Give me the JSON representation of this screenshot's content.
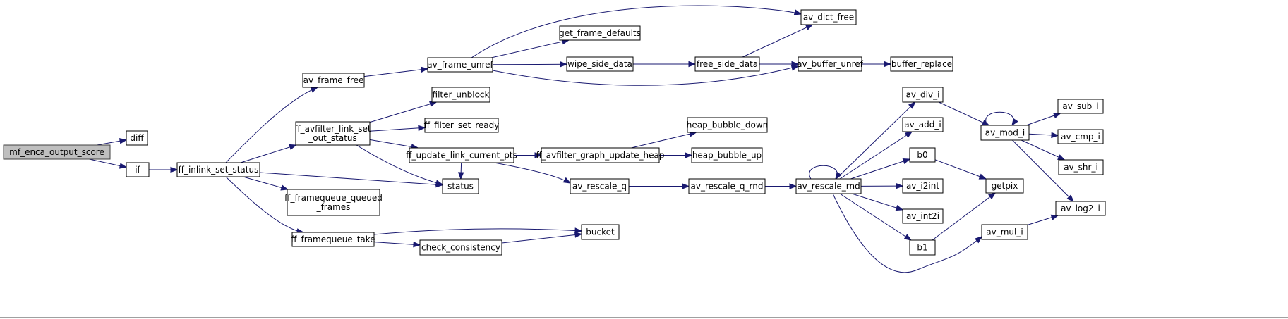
{
  "graph": {
    "nodes": {
      "root": "mf_enca_output_score",
      "diff": "diff",
      "if": "if",
      "inlink_set_status": "ff_inlink_set_status",
      "av_frame_free": "av_frame_free",
      "link_set_out_status": [
        "ff_avfilter_link_set",
        "_out_status"
      ],
      "framequeue_queued_frames": [
        "ff_framequeue_queued",
        "_frames"
      ],
      "framequeue_take": "ff_framequeue_take",
      "av_frame_unref": "av_frame_unref",
      "filter_unblock": "filter_unblock",
      "filter_set_ready": "ff_filter_set_ready",
      "update_link_current_pts": "ff_update_link_current_pts",
      "status": "status",
      "check_consistency": "check_consistency",
      "bucket": "bucket",
      "get_frame_defaults": "get_frame_defaults",
      "wipe_side_data": "wipe_side_data",
      "free_side_data": "free_side_data",
      "av_dict_free": "av_dict_free",
      "av_buffer_unref": "av_buffer_unref",
      "buffer_replace": "buffer_replace",
      "graph_update_heap": "ff_avfilter_graph_update_heap",
      "heap_bubble_down": "heap_bubble_down",
      "heap_bubble_up": "heap_bubble_up",
      "av_rescale_q": "av_rescale_q",
      "av_rescale_q_rnd": "av_rescale_q_rnd",
      "av_rescale_rnd": "av_rescale_rnd",
      "av_div_i": "av_div_i",
      "av_add_i": "av_add_i",
      "b0": "b0",
      "av_i2int": "av_i2int",
      "av_int2i": "av_int2i",
      "b1": "b1",
      "av_mod_i": "av_mod_i",
      "getpix": "getpix",
      "av_mul_i": "av_mul_i",
      "av_sub_i": "av_sub_i",
      "av_cmp_i": "av_cmp_i",
      "av_shr_i": "av_shr_i",
      "av_log2_i": "av_log2_i"
    },
    "edges": [
      [
        "root",
        "diff"
      ],
      [
        "root",
        "if"
      ],
      [
        "if",
        "inlink_set_status"
      ],
      [
        "inlink_set_status",
        "av_frame_free"
      ],
      [
        "inlink_set_status",
        "link_set_out_status"
      ],
      [
        "inlink_set_status",
        "status"
      ],
      [
        "inlink_set_status",
        "framequeue_queued_frames"
      ],
      [
        "inlink_set_status",
        "framequeue_take"
      ],
      [
        "av_frame_free",
        "av_frame_unref"
      ],
      [
        "av_frame_unref",
        "av_dict_free"
      ],
      [
        "av_frame_unref",
        "get_frame_defaults"
      ],
      [
        "av_frame_unref",
        "wipe_side_data"
      ],
      [
        "av_frame_unref",
        "av_buffer_unref"
      ],
      [
        "wipe_side_data",
        "free_side_data"
      ],
      [
        "free_side_data",
        "av_dict_free"
      ],
      [
        "free_side_data",
        "av_buffer_unref"
      ],
      [
        "av_buffer_unref",
        "buffer_replace"
      ],
      [
        "link_set_out_status",
        "filter_unblock"
      ],
      [
        "link_set_out_status",
        "filter_set_ready"
      ],
      [
        "link_set_out_status",
        "update_link_current_pts"
      ],
      [
        "link_set_out_status",
        "status"
      ],
      [
        "update_link_current_pts",
        "graph_update_heap"
      ],
      [
        "update_link_current_pts",
        "av_rescale_q"
      ],
      [
        "update_link_current_pts",
        "status"
      ],
      [
        "graph_update_heap",
        "heap_bubble_down"
      ],
      [
        "graph_update_heap",
        "heap_bubble_up"
      ],
      [
        "av_rescale_q",
        "av_rescale_q_rnd"
      ],
      [
        "av_rescale_q_rnd",
        "av_rescale_rnd"
      ],
      [
        "av_rescale_rnd",
        "av_rescale_rnd"
      ],
      [
        "av_rescale_rnd",
        "av_div_i"
      ],
      [
        "av_rescale_rnd",
        "av_add_i"
      ],
      [
        "av_rescale_rnd",
        "b0"
      ],
      [
        "av_rescale_rnd",
        "av_i2int"
      ],
      [
        "av_rescale_rnd",
        "av_int2i"
      ],
      [
        "av_rescale_rnd",
        "b1"
      ],
      [
        "av_rescale_rnd",
        "av_mul_i"
      ],
      [
        "av_div_i",
        "av_mod_i"
      ],
      [
        "b0",
        "getpix"
      ],
      [
        "b1",
        "getpix"
      ],
      [
        "av_mod_i",
        "av_mod_i"
      ],
      [
        "av_mod_i",
        "av_sub_i"
      ],
      [
        "av_mod_i",
        "av_cmp_i"
      ],
      [
        "av_mod_i",
        "av_shr_i"
      ],
      [
        "av_mod_i",
        "av_log2_i"
      ],
      [
        "av_mul_i",
        "av_log2_i"
      ],
      [
        "framequeue_take",
        "bucket"
      ],
      [
        "framequeue_take",
        "check_consistency"
      ],
      [
        "check_consistency",
        "bucket"
      ]
    ],
    "colors": {
      "edge": "#191970",
      "root_fill": "#bfbfbf",
      "node_fill": "#ffffff"
    }
  }
}
